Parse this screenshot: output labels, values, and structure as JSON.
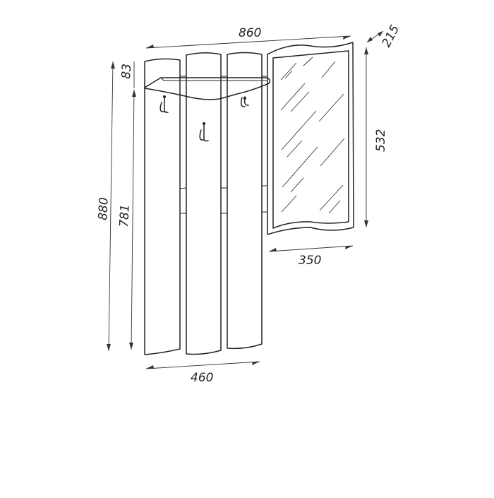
{
  "diagram": {
    "dimensions": {
      "overall_width": "860",
      "depth": "215",
      "overall_height": "880",
      "panel_height": "781",
      "top_offset": "83",
      "hanger_width": "460",
      "mirror_width": "350",
      "mirror_height": "532"
    }
  }
}
